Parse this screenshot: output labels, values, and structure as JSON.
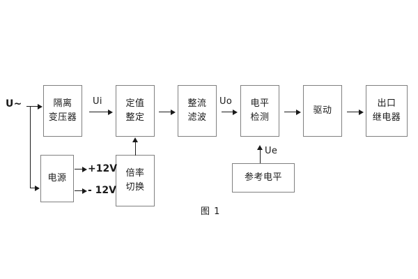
{
  "figure": {
    "caption": "图 1",
    "source_label": "U~"
  },
  "blocks": [
    {
      "id": "isolation-transformer",
      "lines": [
        "隔离",
        "变压器"
      ]
    },
    {
      "id": "setting-value",
      "lines": [
        "定值",
        "整定"
      ]
    },
    {
      "id": "rectify-filter",
      "lines": [
        "整流",
        "滤波"
      ]
    },
    {
      "id": "level-detect",
      "lines": [
        "电平",
        "检测"
      ]
    },
    {
      "id": "drive",
      "lines": [
        "驱动"
      ]
    },
    {
      "id": "output-relay",
      "lines": [
        "出口",
        "继电器"
      ]
    },
    {
      "id": "power-supply",
      "lines": [
        "电源"
      ]
    },
    {
      "id": "multiplier-switch",
      "lines": [
        "倍率",
        "切换"
      ]
    },
    {
      "id": "reference-level",
      "lines": [
        "参考电平"
      ]
    }
  ],
  "signals": {
    "ui": "Ui",
    "uo": "Uo",
    "ue": "Ue",
    "rail_positive": "+12V",
    "rail_negative": "- 12V"
  },
  "colors": {
    "box_border": "#7f7f7f",
    "line": "#1a1a1a",
    "text": "#1a1a1a",
    "background": "#ffffff"
  }
}
